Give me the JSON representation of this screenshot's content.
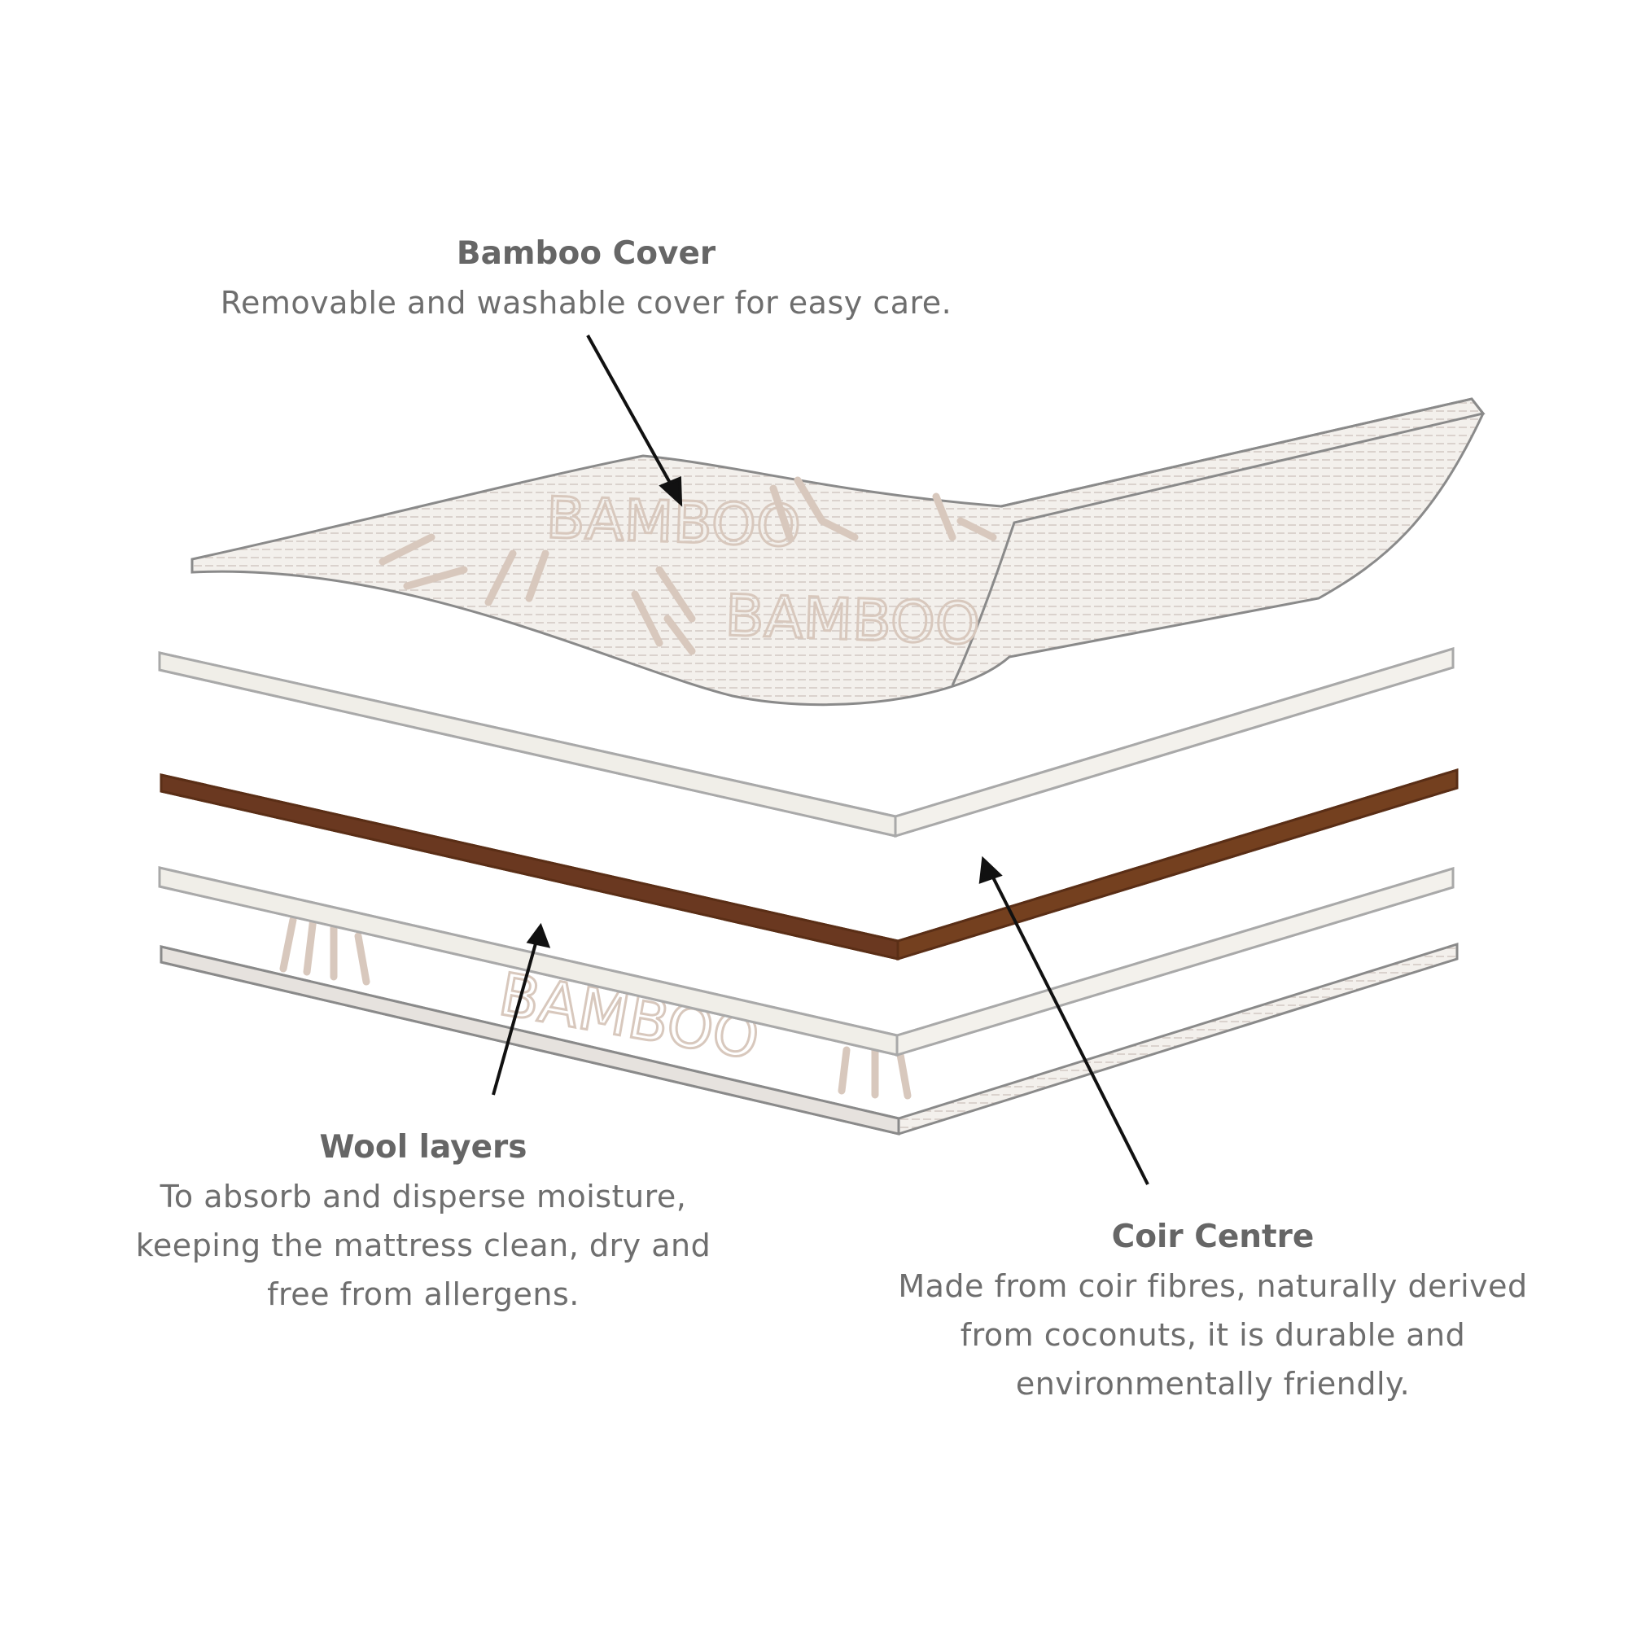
{
  "callouts": {
    "cover": {
      "title": "Bamboo Cover",
      "body": "Removable and washable cover for easy care."
    },
    "wool": {
      "title": "Wool layers",
      "body": "To absorb and disperse moisture,\nkeeping the mattress clean, dry and\nfree from allergens."
    },
    "coir": {
      "title": "Coir Centre",
      "body": "Made from coir fibres, naturally derived\nfrom coconuts, it is durable and\nenvironmentally friendly."
    }
  },
  "layers": [
    {
      "name": "bamboo-base",
      "fill": "#f4f0ec",
      "pattern_text": "BAMBOO"
    },
    {
      "name": "wool-lower",
      "fill": "#ebe9e1"
    },
    {
      "name": "coir-centre",
      "fill": "#7b4527"
    },
    {
      "name": "wool-upper",
      "fill": "#ebe9e1"
    },
    {
      "name": "bamboo-cover",
      "fill": "#f2efeb",
      "pattern_text": "BAMBOO"
    }
  ],
  "colors": {
    "outline": "#8a8a8a",
    "arrow": "#111111",
    "coir_dark": "#5a2e16",
    "bamboo_watermark": "#d8c8bd"
  }
}
